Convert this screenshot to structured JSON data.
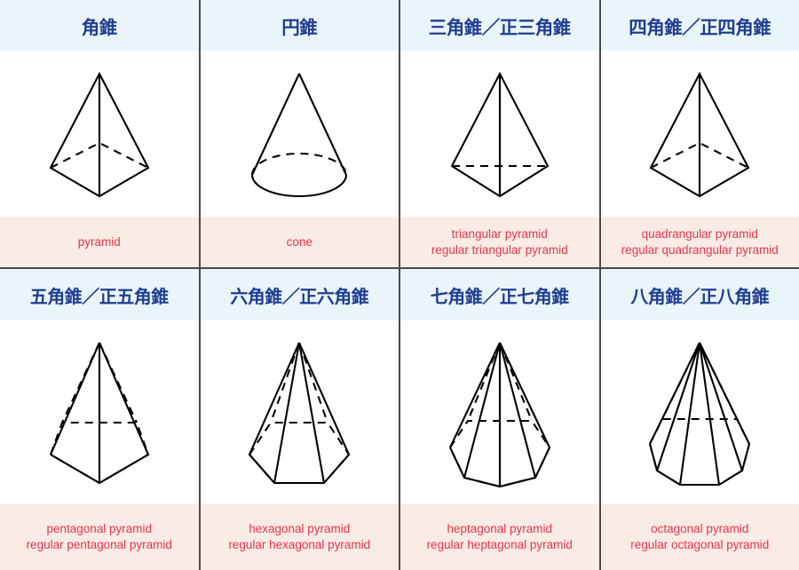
{
  "theme": {
    "header_bg": "#e9f5fb",
    "header_text": "#1f3d91",
    "caption_bg": "#fbebe5",
    "caption_text": "#e8354a",
    "border": "#4a4a4a",
    "figure_bg": "#ffffff",
    "stroke": "#000000"
  },
  "rows": [
    {
      "cells": [
        {
          "header": "角錐",
          "shape": "square-pyramid",
          "captions": [
            "pyramid"
          ]
        },
        {
          "header": "円錐",
          "shape": "cone",
          "captions": [
            "cone"
          ]
        },
        {
          "header": "三角錐／正三角錐",
          "shape": "triangular-pyramid",
          "captions": [
            "triangular pyramid",
            "regular triangular pyramid"
          ]
        },
        {
          "header": "四角錐／正四角錐",
          "shape": "square-pyramid",
          "captions": [
            "quadrangular pyramid",
            "regular quadrangular pyramid"
          ]
        }
      ]
    },
    {
      "cells": [
        {
          "header": "五角錐／正五角錐",
          "shape": "pentagonal-pyramid",
          "captions": [
            "pentagonal pyramid",
            "regular pentagonal pyramid"
          ]
        },
        {
          "header": "六角錐／正六角錐",
          "shape": "hexagonal-pyramid",
          "captions": [
            "hexagonal pyramid",
            "regular hexagonal pyramid"
          ]
        },
        {
          "header": "七角錐／正七角錐",
          "shape": "heptagonal-pyramid",
          "captions": [
            "heptagonal pyramid",
            "regular heptagonal pyramid"
          ]
        },
        {
          "header": "八角錐／正八角錐",
          "shape": "octagonal-pyramid",
          "captions": [
            "octagonal pyramid",
            "regular octagonal pyramid"
          ]
        }
      ]
    }
  ]
}
